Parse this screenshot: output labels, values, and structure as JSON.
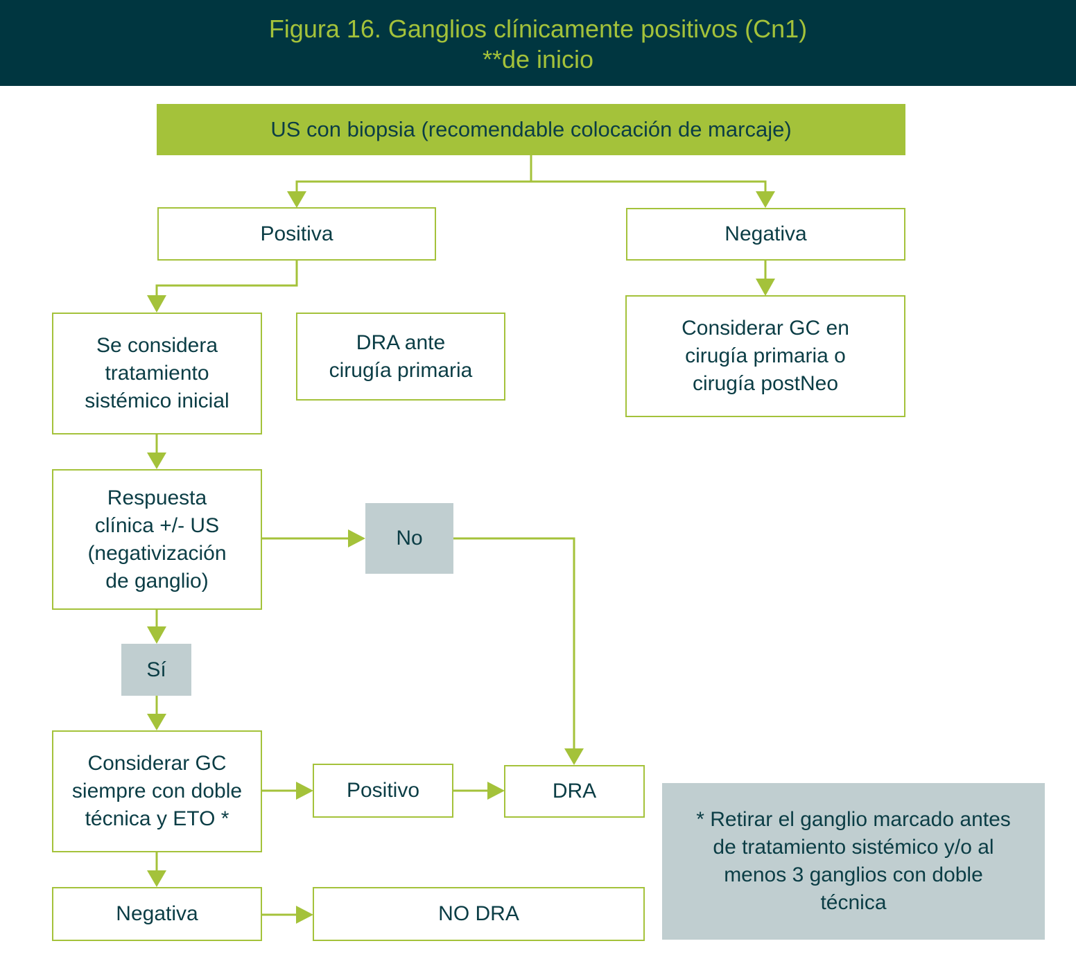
{
  "header": {
    "title_line1": "Figura 16. Ganglios clínicamente positivos (Cn1)",
    "title_line2": "**de inicio"
  },
  "colors": {
    "header_bg": "#003640",
    "accent": "#a4c23a",
    "grey_box": "#c0ced0",
    "text": "#0b3d45"
  },
  "nodes": {
    "root": "US con biopsia (recomendable colocación de marcaje)",
    "positiva": "Positiva",
    "negativa_top": "Negativa",
    "tratamiento": "Se considera\ntratamiento\nsistémico inicial",
    "dra_ante": "DRA ante\ncirugía primaria",
    "considerar_gc_en": "Considerar GC en\ncirugía primaria o\ncirugía postNeo",
    "respuesta": "Respuesta\nclínica +/- US\n(negativización\nde ganglio)",
    "no": "No",
    "si": "Sí",
    "considerar_gc_siempre": "Considerar GC\nsiempre con doble\ntécnica y ETO *",
    "positivo": "Positivo",
    "dra": "DRA",
    "negativa_bottom": "Negativa",
    "no_dra": "NO DRA",
    "footnote": "* Retirar el ganglio marcado antes\nde tratamiento sistémico y/o al\nmenos 3 ganglios con doble\ntécnica"
  }
}
